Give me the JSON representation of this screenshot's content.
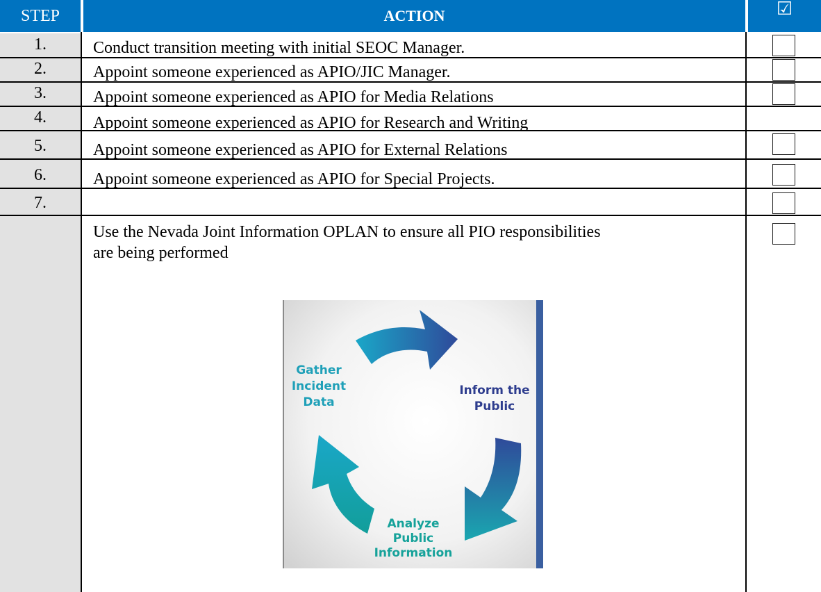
{
  "header": {
    "step": "STEP",
    "action": "ACTION",
    "check_mark": "☑"
  },
  "rows": [
    {
      "step": "1.",
      "action": "Conduct transition meeting with initial SEOC Manager.",
      "checked": false
    },
    {
      "step": "2.",
      "action": "Appoint someone experienced as APIO/JIC Manager.",
      "checked": false
    },
    {
      "step": "3.",
      "action": "Appoint someone experienced as APIO for Media Relations",
      "checked": false
    },
    {
      "step": "4.",
      "action": "Appoint someone experienced as APIO for Research and Writing",
      "checked": false
    },
    {
      "step": "5.",
      "action": "Appoint someone experienced as APIO for External Relations",
      "checked": false
    },
    {
      "step": "6.",
      "action": "Appoint someone experienced as APIO for Special Projects.",
      "checked": false
    },
    {
      "step": "7.",
      "action": "Use the Nevada Joint Information OPLAN to ensure all PIO responsibilities are being performed",
      "checked": false
    }
  ],
  "diagram": {
    "gather": [
      "Gather",
      "Incident",
      "Data"
    ],
    "inform": [
      "Inform the",
      "Public"
    ],
    "analyze": [
      "Analyze",
      "Public",
      "Information"
    ],
    "colors": {
      "teal": "#1fa0b8",
      "navy": "#2e3d8e",
      "background": "#ececec",
      "accent": "#3a5fa0"
    }
  }
}
